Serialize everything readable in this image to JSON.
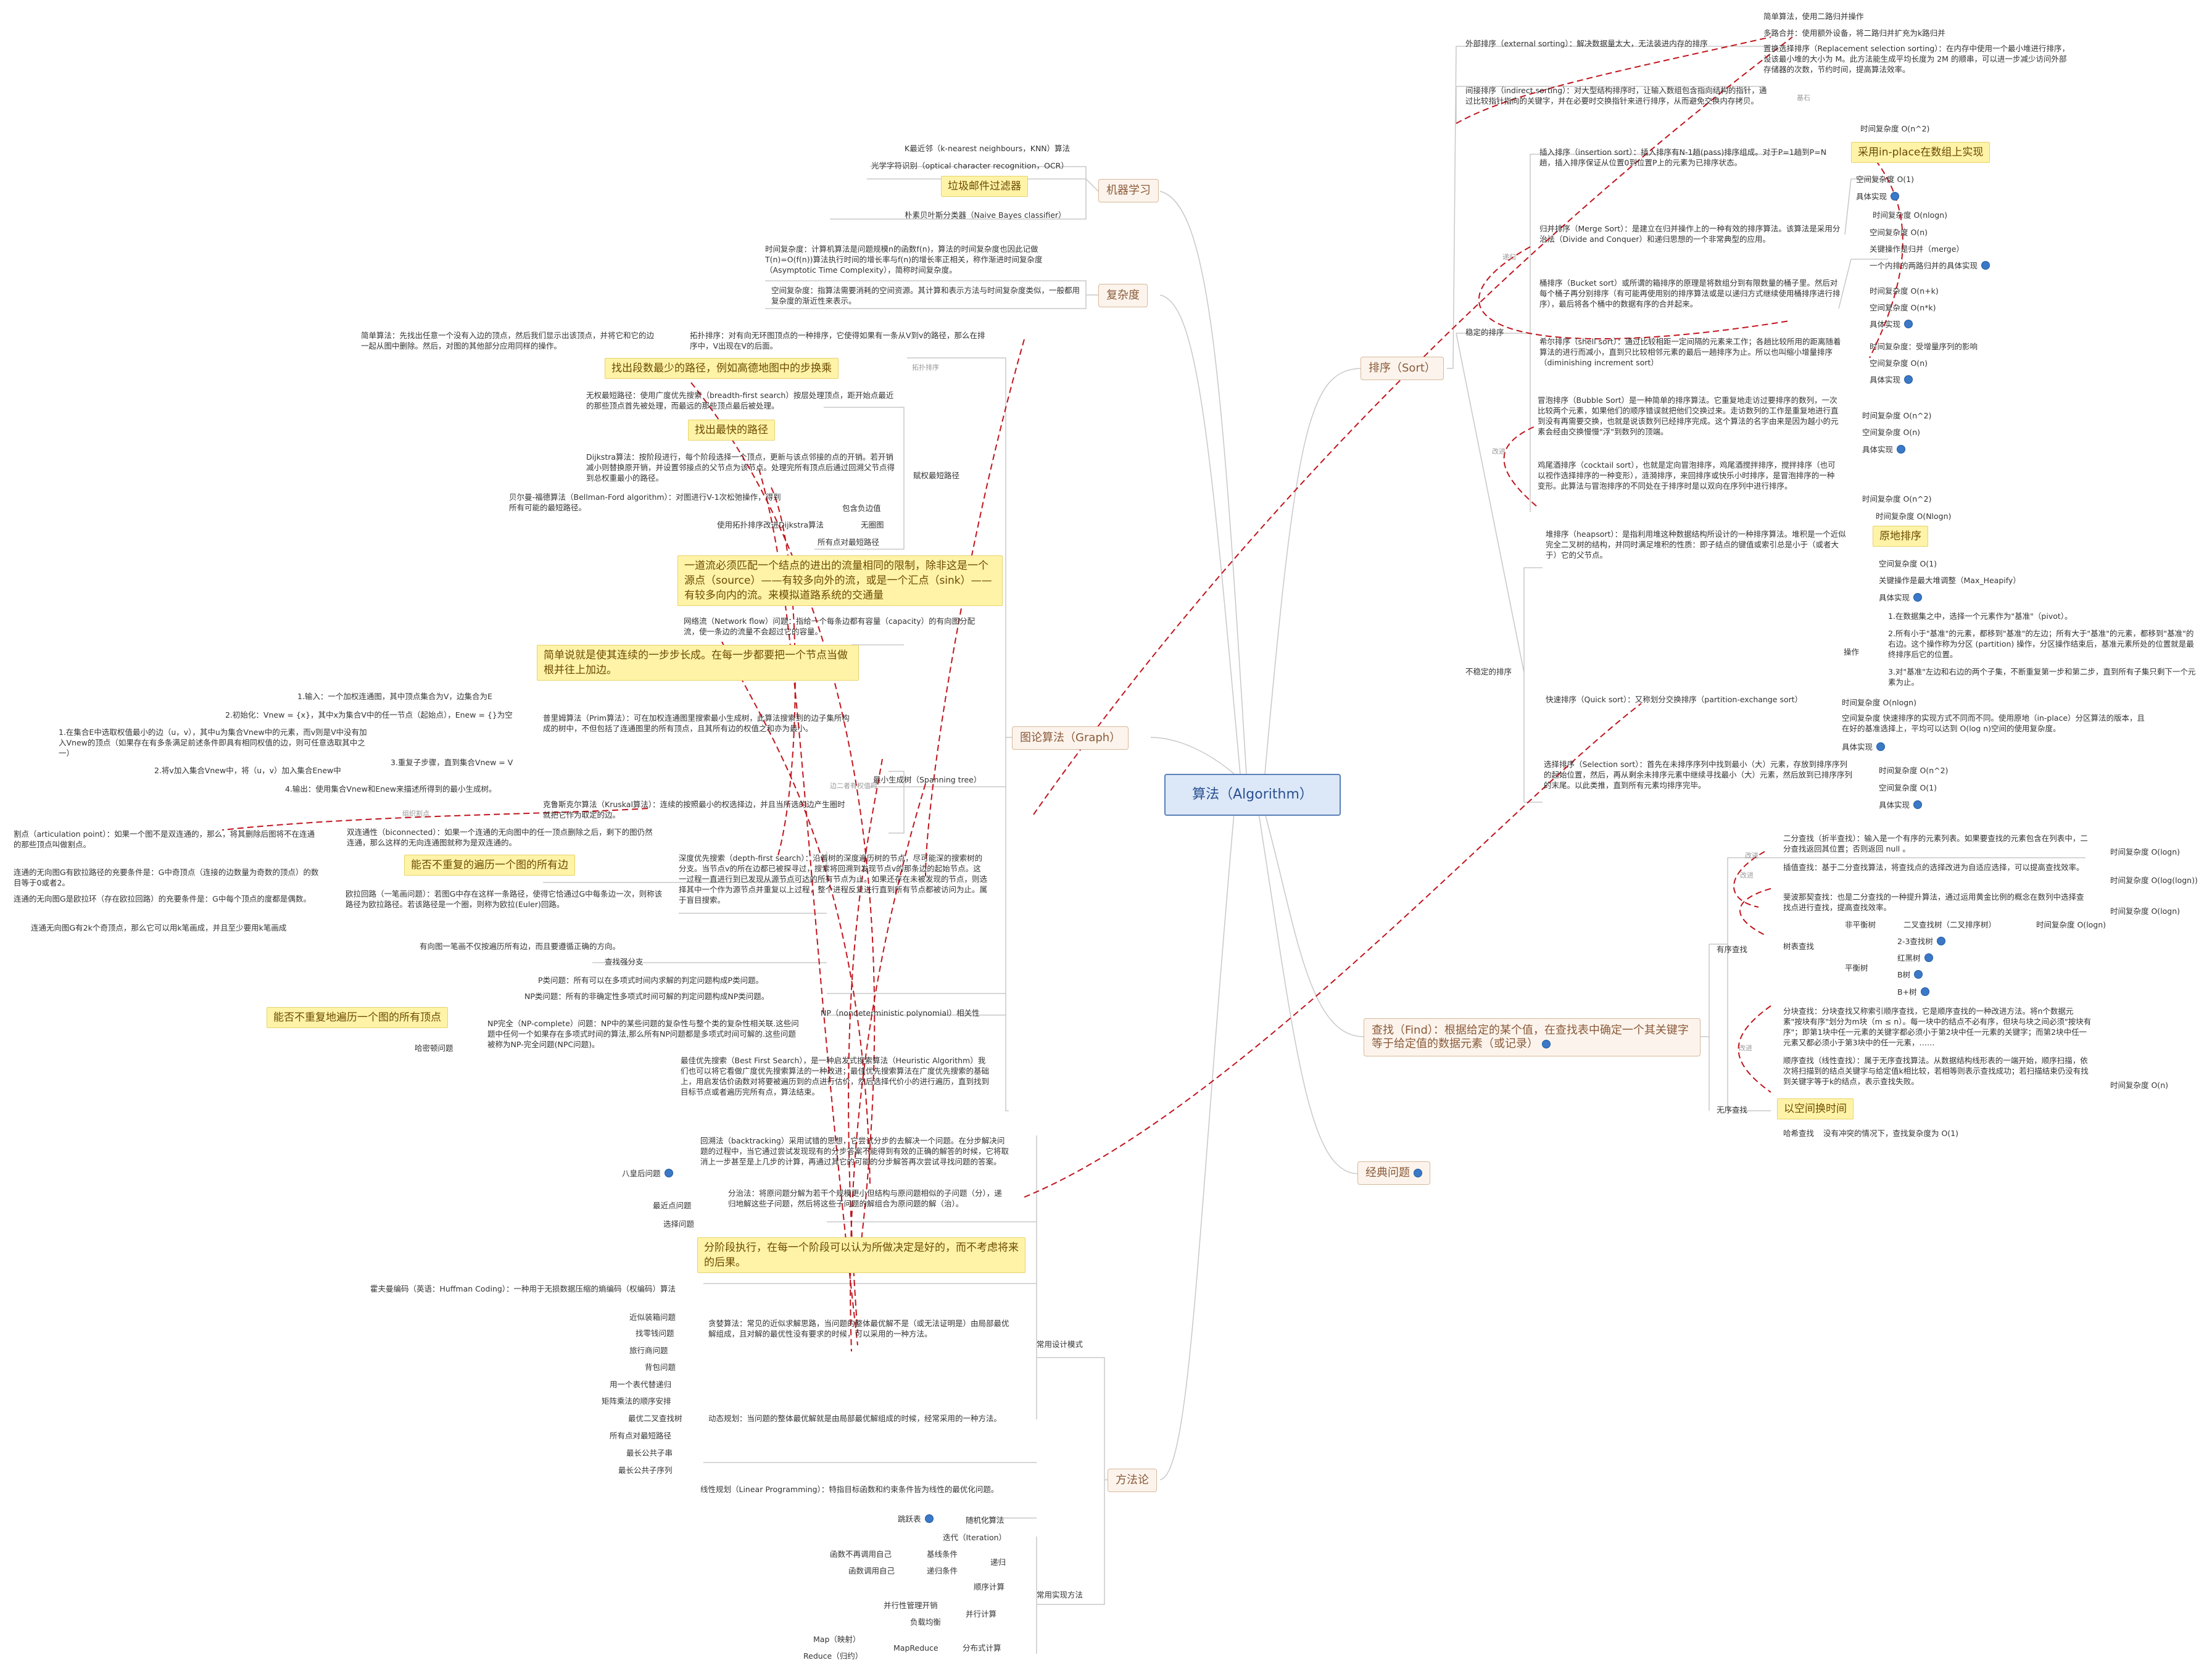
{
  "root": {
    "label": "算法（Algorithm）"
  },
  "topics": {
    "ml": "机器学习",
    "complexity": "复杂度",
    "graph": "图论算法（Graph）",
    "method": "方法论",
    "sort": "排序（Sort）",
    "find": "查找（Find）：根据给定的某个值，在查找表中确定一个其关键字等于给定值的数据元素（或记录）",
    "classic": "经典问题"
  },
  "ml": {
    "knn": "K最近邻（k-nearest neighbours，KNN）算法",
    "ocr": "光学字符识别（optical character recognition，OCR）",
    "spam": "垃圾邮件过滤器",
    "bayes": "朴素贝叶斯分类器（Naive Bayes classifier）"
  },
  "complexity": {
    "time": "时间复杂度：计算机算法是问题规模n的函数f(n)，算法的时间复杂度也因此记做T(n)=O(f(n))算法执行时间的增长率与f(n)的增长率正相关，称作渐进时间复杂度（Asymptotic Time Complexity），简称时间复杂度。",
    "space": "空间复杂度：指算法需要消耗的空间资源。其计算和表示方法与时间复杂度类似，一般都用复杂度的渐近性来表示。"
  },
  "graph": {
    "simple": "简单算法：先找出任意一个没有入边的顶点，然后我们显示出该顶点，并将它和它的边一起从图中删除。然后，对图的其他部分应用同样的操作。",
    "topo": "拓扑排序：对有向无环图顶点的一种排序，它使得如果有一条从V到v的路径，那么在排序中，V出现在V的后面。",
    "callout_fewest": "找出段数最少的路径，例如高德地图中的步换乘",
    "bfs": "无权最短路径：使用广度优先搜索（breadth-first search）按层处理顶点，距开始点最近的那些顶点首先被处理，而最远的那些顶点最后被处理。",
    "callout_fastest": "找出最快的路径",
    "dijkstra": "Dijkstra算法：按阶段进行，每个阶段选择一个顶点，更新与该点邻接的点的开销。若开销减小则替换原开销，并设置邻接点的父节点为该节点。处理完所有顶点后通过回溯父节点得到总权重最小的路径。",
    "bellman": "贝尔曼-福德算法（Bellman-Ford algorithm）：对图进行V-1次松弛操作，得到所有可能的最短路径。",
    "weighted": "赋权最短路径",
    "neg_edge": "包含负边值",
    "acyclic_improve": "使用拓扑排序改进Dijkstra算法",
    "acyclic": "无圈图",
    "all_pairs": "所有点对最短路径",
    "callout_flow": "一道流必须匹配一个结点的进出的流量相同的限制，除非这是一个源点（source）——有较多向外的流，或是一个汇点（sink）——有较多向内的流。来模拟道路系统的交通量",
    "network_flow": "网络流（Network flow）问题：指给一个每条边都有容量（capacity）的有向图分配流，使一条边的流量不会超过它的容量。",
    "callout_prim": "简单说就是使其连续的一步步长成。在每一步都要把一个节点当做根并往上加边。",
    "prim_input": "1.输入：一个加权连通图，其中顶点集合为V，边集合为E",
    "prim_init": "2.初始化：Vnew = {x}，其中x为集合V中的任一节点（起始点），Enew = {}为空",
    "prim_pick": "1.在集合E中选取权值最小的边（u，v），其中u为集合Vnew中的元素，而v则是V中没有加入Vnew的顶点（如果存在有多条满足前述条件即具有相同权值的边，则可任意选取其中之一）",
    "prim_add": "2.将v加入集合Vnew中，将（u，v）加入集合Enew中",
    "prim_repeat": "3.重复子步骤，直到集合Vnew = V",
    "prim_output": "4.输出：使用集合Vnew和Enew来描述所得到的最小生成树。",
    "prim": "普里姆算法（Prim算法）：可在加权连通图里搜索最小生成树，此算法搜索到的边子集所构成的树中，不但包括了连通图里的所有顶点，且其所有边的权值之和亦为最小。",
    "mst": "最小生成树（Spanning tree）",
    "kruskal": "克鲁斯克尔算法（Kruskal算法）：连续的按照最小的权选择边，并且当所选的边产生圈时就把它作为取定的边。",
    "articulation": "割点（articulation point）：如果一个图不是双连通的，那么，将其删除后图将不在连通的那些顶点叫做割点。",
    "biconnected": "双连通性（biconnected）：如果一个连通的无向图中的任一顶点删除之后，剩下的图仍然连通，那么这样的无向连通图就称为是双连通的。",
    "euler_need": "连通的无向图G有欧拉路径的充要条件是：G中奇顶点（连接的边数量为奇数的顶点）的数目等于0或者2。",
    "euler_circuit": "连通的无向图G是欧拉环（存在欧拉回路）的充要条件是：G中每个顶点的度都是偶数。",
    "euler_odd": "连通无向图G有2k个奇顶点，那么它可以用k笔画成，并且至少要用k笔画成",
    "callout_euler": "能否不重复的遍历一个图的所有边",
    "euler": "欧拉回路（一笔画问题）：若图G中存在这样一条路径，使得它恰通过G中每条边一次，则称该路径为欧拉路径。若该路径是一个圈，则称为欧拉(Euler)回路。",
    "dfs": "深度优先搜索（depth-first search）：沿着树的深度遍历树的节点，尽可能深的搜索树的分支。当节点v的所在边都已被探寻过，搜索将回溯到发现节点v的那条边的起始节点。这一过程一直进行到已发现从源节点可达的所有节点为止。如果还存在未被发现的节点，则选择其中一个作为源节点并重复以上过程，整个进程反复进行直到所有节点都被访问为止。属于盲目搜索。",
    "one_stroke": "有向图一笔画不仅按遍历所有边，而且要遵循正确的方向。",
    "search_branch": "查找强分支",
    "p": "P类问题：所有可以在多项式时间内求解的判定问题构成P类问题。",
    "np": "NP类问题：所有的非确定性多项式时间可解的判定问题构成NP类问题。",
    "npc": "NP完全（NP-complete）问题：NP中的某些问题的复杂性与整个类的复杂性相关联.这些问题中任何一个如果存在多项式时间的算法,那么所有NP问题都是多项式时间可解的.这些问题被称为NP-完全问题(NPC问题)。",
    "np_hard": "哈密顿问题",
    "callout_hamilton": "能否不重复地遍历一个图的所有顶点",
    "np_related": "NP（nondeterministic polynomial）相关性",
    "best_first": "最佳优先搜索（Best First Search），是一种启发式搜索算法（Heuristic Algorithm）我们也可以将它看做广度优先搜索算法的一种改进；最佳优先搜索算法在广度优先搜索的基础上，用启发估价函数对将要被遍历到的点进行估价，然后选择代价小的进行遍历，直到找到目标节点或者遍历完所有点，算法结束。",
    "rel_topo": "拓扑排序",
    "rel_mst": "边二者有权值时",
    "rel_cut": "组织割点"
  },
  "method": {
    "backtracking": "回溯法（backtracking）采用试错的思想，它尝试分步的去解决一个问题。在分步解决问题的过程中，当它通过尝试发现现有的分步答案不能得到有效的正确的解答的时候，它将取消上一步甚至是上几步的计算，再通过其它的可能的分步解答再次尝试寻找问题的答案。",
    "eight_queens": "八皇后问题",
    "divide": "分治法：将原问题分解为若干个规模更小但结构与原问题相似的子问题（分），递归地解这些子问题，然后将这些子问题的解组合为原问题的解（治）。",
    "closest_pair": "最近点问题",
    "selection": "选择问题",
    "callout_greedy": "分阶段执行，在每一个阶段可以认为所做决定是好的，而不考虑将来的后果。",
    "huffman": "霍夫曼编码（英语：Huffman Coding）：一种用于无损数据压缩的熵编码（权编码）算法",
    "bin_packing": "近似装箱问题",
    "change": "找零钱问题",
    "tsp": "旅行商问题",
    "knapsack": "背包问题",
    "greedy": "贪婪算法：常见的近似求解思路，当问题的整体最优解不是（或无法证明是）由局部最优解组成，且对解的最优性没有要求的时候，可以采用的一种方法。",
    "design_modes": "常用设计模式",
    "table_recursion": "用一个表代替递归",
    "matrix": "矩阵乘法的顺序安排",
    "optimal_bst": "最优二叉查找树",
    "all_pairs": "所有点对最短路径",
    "lcs": "最长公共子串",
    "lcsq": "最长公共子序列",
    "dp": "动态规划：当问题的整体最优解就是由局部最优解组成的时候，经常采用的一种方法。",
    "lp": "线性规划（Linear Programming）：特指目标函数和约束条件皆为线性的最优化问题。",
    "randomized": "随机化算法",
    "jump_table": "跳跃表",
    "iteration": "迭代（Iteration）",
    "func_no_self": "函数不再调用自己",
    "func_self": "函数调用自己",
    "base_cond": "基线条件",
    "rec_cond": "递归条件",
    "recursion": "递归",
    "sequential": "顺序计算",
    "parallel_mgmt": "并行性管理开销",
    "load_balance": "负载均衡",
    "parallel": "并行计算",
    "impl_methods": "常用实现方法",
    "map": "Map（映射）",
    "reduce": "Reduce（归约）",
    "mapreduce": "MapReduce",
    "distributed": "分布式计算"
  },
  "sort": {
    "simple_merge": "简单算法，使用二路归并操作",
    "multi_merge": "多路合并：使用额外设备，将二路归并扩充为k路归并",
    "replacement": "置换选择排序（Replacement selection sorting）：在内存中使用一个最小堆进行排序，设该最小堆的大小为 M。此方法能生成平均长度为 2M 的顺串，可以进一步减少访问外部存储器的次数，节约时间，提高算法效率。",
    "external": "外部排序（external sorting）：解决数据量太大，无法装进内存的排序",
    "indirect": "间接排序（indirect sorting）：对大型结构排序时，让输入数组包含指向结构的指针，通过比较指针指向的关键字，并在必要时交换指针来进行排序，从而避免交换内存拷贝。",
    "rel_based": "基石",
    "insertion": "插入排序（insertion sort）：插入排序有N-1趟(pass)排序组成。对于P=1趟到P=N趟，插入排序保证从位置0到位置P上的元素为已排序状态。",
    "ins_time": "时间复杂度 O(n^2)",
    "callout_inplace": "采用in-place在数组上实现",
    "ins_space": "空间复杂度 O(1)",
    "ins_impl": "具体实现",
    "merge": "归并排序（Merge Sort）：是建立在归并操作上的一种有效的排序算法。该算法是采用分治法（Divide and Conquer）和递归思想的一个非常典型的应用。",
    "merge_time": "时间复杂度 O(nlogn)",
    "merge_space": "空间复杂度 O(n)",
    "merge_key": "关键操作是归并（merge）",
    "merge_impl": "一个内排的两路归并的具体实现",
    "rel_recursive": "递归",
    "bucket": "桶排序（Bucket sort）或所谓的箱排序的原理是将数组分到有限数量的桶子里。然后对每个桶子再分别排序（有可能再使用别的排序算法或是以递归方式继续使用桶排序进行排序），最后将各个桶中的数据有序的合并起来。",
    "bucket_time": "时间复杂度 O(n+k)",
    "bucket_space": "空间复杂度 O(n*k)",
    "bucket_impl": "具体实现",
    "shell": "希尔排序（shell sort）：通过比较相距一定间隔的元素来工作；各趟比较所用的距离随着算法的进行而减小，直到只比较相邻元素的最后一趟排序为止。所以也叫缩小增量排序（diminishing increment sort）",
    "shell_time": "时间复杂度：受增量序列的影响",
    "shell_space": "空间复杂度 O(n)",
    "shell_impl": "具体实现",
    "stable": "稳定的排序",
    "bubble": "冒泡排序（Bubble Sort）是一种简单的排序算法。它重复地走访过要排序的数列，一次比较两个元素，如果他们的顺序错误就把他们交换过来。走访数列的工作是重复地进行直到没有再需要交换，也就是说该数列已经排序完成。这个算法的名字由来是因为越小的元素会经由交换慢慢\"浮\"到数列的顶端。",
    "bubble_time": "时间复杂度 O(n^2)",
    "bubble_space": "空间复杂度 O(n)",
    "bubble_impl": "具体实现",
    "cocktail": "鸡尾酒排序（cocktail sort），也就是定向冒泡排序，鸡尾酒搅拌排序，搅拌排序（也可以视作选择排序的一种变形），涟漪排序，来回排序或快乐小时排序，是冒泡排序的一种变形。此算法与冒泡排序的不同处在于排序时是以双向在序列中进行排序。",
    "cocktail_time": "时间复杂度 O(n^2)",
    "rel_improve": "改进",
    "heap": "堆排序（heapsort）：是指利用堆这种数据结构所设计的一种排序算法。堆积是一个近似完全二叉树的结构，并同时满足堆积的性质：即子结点的键值或索引总是小于（或者大于）它的父节点。",
    "heap_time": "时间复杂度 O(Nlogn)",
    "callout_inplace_heap": "原地排序",
    "heap_space": "空间复杂度 O(1)",
    "heap_key": "关键操作是最大堆调整（Max_Heapify）",
    "heap_impl": "具体实现",
    "unstable": "不稳定的排序",
    "q_step1": "1.在数据集之中，选择一个元素作为\"基准\"（pivot）。",
    "q_step2": "2.所有小于\"基准\"的元素，都移到\"基准\"的左边；所有大于\"基准\"的元素，都移到\"基准\"的右边。这个操作称为分区 (partition) 操作，分区操作结束后，基准元素所处的位置就是最终排序后它的位置。",
    "q_step3": "3.对\"基准\"左边和右边的两个子集，不断重复第一步和第二步，直到所有子集只剩下一个元素为止。",
    "q_ops": "操作",
    "quick": "快速排序（Quick sort）：又称划分交换排序（partition-exchange sort）",
    "quick_time": "时间复杂度 O(nlogn)",
    "quick_space": "空间复杂度 快速排序的实现方式不同而不同。使用原地（in-place）分区算法的版本，且在好的基准选择上，平均可以达到 O(log n)空间的使用复杂度。",
    "quick_impl": "具体实现",
    "selection": "选择排序（Selection sort）：首先在未排序序列中找到最小（大）元素，存放到排序序列的起始位置，然后，再从剩余未排序元素中继续寻找最小（大）元素，然后放到已排序序列的末尾。以此类推，直到所有元素均排序完毕。",
    "sel_time": "时间复杂度 O(n^2)",
    "sel_space": "空间复杂度 O(1)",
    "sel_impl": "具体实现"
  },
  "find": {
    "binary": "二分查找（折半查找）：输入是一个有序的元素列表。如果要查找的元素包含在列表中，二分查找返回其位置；否则返回 null 。",
    "binary_time": "时间复杂度 O(logn)",
    "interp": "插值查找：基于二分查找算法，将查找点的选择改进为自适应选择，可以提高查找效率。",
    "interp_time": "时间复杂度 O(log(logn))",
    "fib": "斐波那契查找：也是二分查找的一种提升算法，通过运用黄金比例的概念在数列中选择查找点进行查找，提高查找效率。",
    "fib_time": "时间复杂度 O(logn)",
    "rel_improve1": "改进",
    "rel_improve2": "改进",
    "bst_time": "时间复杂度 O(logn)",
    "unbalanced": "非平衡树",
    "bst": "二叉查找树（二叉排序树）",
    "tree23": "2-3查找树",
    "rb": "红黑树",
    "btree": "B树",
    "bplus": "B+树",
    "balanced": "平衡树",
    "tree_find": "树表查找",
    "block": "分块查找：分块查找又称索引顺序查找，它是顺序查找的一种改进方法。将n个数据元素\"按块有序\"划分为m块（m ≤ n）。每一块中的结点不必有序，但块与块之间必须\"按块有序\"；即第1块中任一元素的关键字都必须小于第2块中任一元素的关键字；而第2块中任一元素又都必须小于第3块中的任一元素，……",
    "seq": "顺序查找（线性查找）：属于无序查找算法。从数据结构线形表的一端开始，顺序扫描，依次将扫描到的结点关键字与给定值k相比较，若相等则表示查找成功；若扫描结束仍没有找到关键字等于k的结点，表示查找失败。",
    "seq_time": "时间复杂度 O(n)",
    "rel_improve3": "改进",
    "ordered": "有序查找",
    "callout_space": "以空间换时间",
    "hash": "哈希查找",
    "hash_note": "没有冲突的情况下，查找复杂度为 O(1)",
    "unordered": "无序查找"
  },
  "colors": {
    "line": "#c8c8c8",
    "relation": "#c0141c",
    "topicBorder": "#d6b89a",
    "callout": "#fff3a8",
    "dot": "#3a78c8"
  }
}
